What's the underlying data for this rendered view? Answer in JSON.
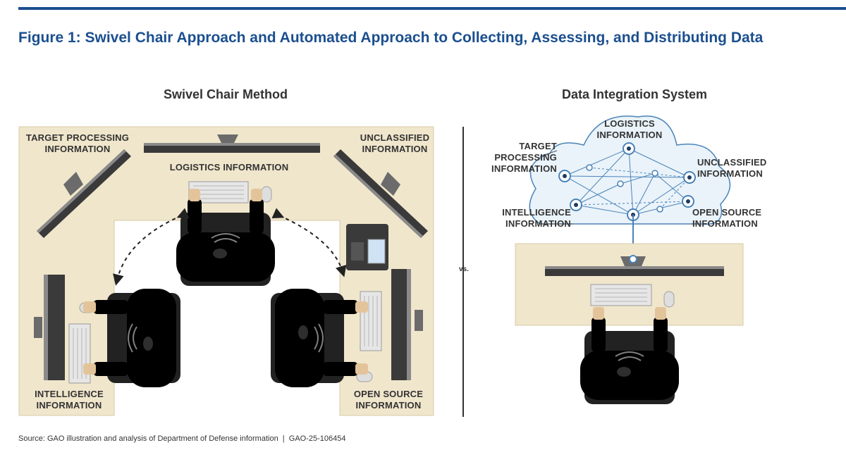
{
  "figure": {
    "title": "Figure 1: Swivel Chair Approach and Automated Approach to Collecting, Assessing, and Distributing Data",
    "source": "Source: GAO illustration and analysis of Department of Defense information  |  GAO-25-106454",
    "divider_label": "vs."
  },
  "swivel_panel": {
    "heading": "Swivel Chair Method",
    "labels": {
      "target": [
        "TARGET PROCESSING",
        "INFORMATION"
      ],
      "unclassified": [
        "UNCLASSIFIED",
        "INFORMATION"
      ],
      "logistics": "LOGISTICS INFORMATION",
      "intelligence": [
        "INTELLIGENCE",
        "INFORMATION"
      ],
      "open_source": [
        "OPEN SOURCE",
        "INFORMATION"
      ]
    }
  },
  "integration_panel": {
    "heading": "Data Integration System",
    "labels": {
      "logistics": [
        "LOGISTICS",
        "INFORMATION"
      ],
      "target": [
        "TARGET",
        "PROCESSING",
        "INFORMATION"
      ],
      "unclassified": [
        "UNCLASSIFIED",
        "INFORMATION"
      ],
      "intelligence": [
        "INTELLIGENCE",
        "INFORMATION"
      ],
      "open_source": [
        "OPEN SOURCE",
        "INFORMATION"
      ]
    }
  },
  "colors": {
    "title_blue": "#1b4f8f",
    "desk_beige": "#f0e6cc",
    "uniform_dark": "#5b6650",
    "uniform_light": "#8d9488",
    "uniform_green": "#4f6e2c",
    "network_blue": "#4a83b8",
    "cloud_fill": "#eaf3fa"
  }
}
